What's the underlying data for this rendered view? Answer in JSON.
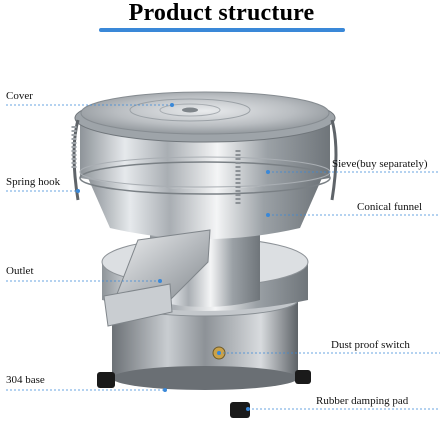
{
  "title": "Product structure",
  "accent": "#3a88d8",
  "labels": {
    "cover": "Cover",
    "spring_hook": "Spring hook",
    "outlet": "Outlet",
    "base": "304 base",
    "sieve": "Sieve(buy separately)",
    "conical_funnel": "Conical funnel",
    "dust_proof_switch": "Dust proof switch",
    "rubber_damping_pad": "Rubber damping pad"
  }
}
